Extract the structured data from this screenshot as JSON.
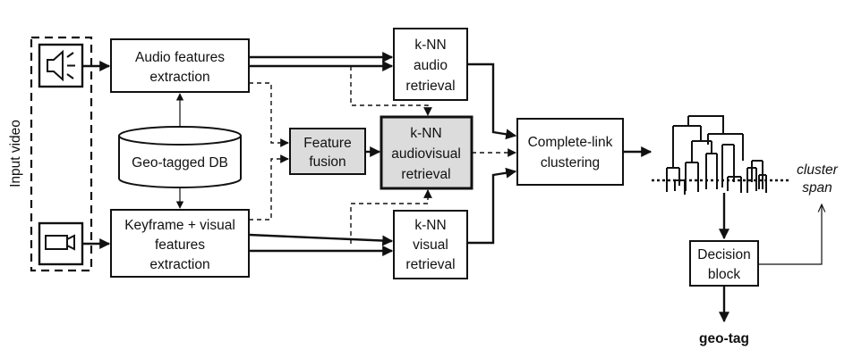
{
  "input_label": "Input video",
  "boxes": {
    "audio_features": [
      "Audio features",
      "extraction"
    ],
    "geo_db": "Geo-tagged DB",
    "keyframe": [
      "Keyframe + visual",
      "features",
      "extraction"
    ],
    "feature_fusion": [
      "Feature",
      "fusion"
    ],
    "knn_audio": [
      "k-NN",
      "audio",
      "retrieval"
    ],
    "knn_audiovisual": [
      "k-NN",
      "audiovisual",
      "retrieval"
    ],
    "knn_visual": [
      "k-NN",
      "visual",
      "retrieval"
    ],
    "clustering": [
      "Complete-link",
      "clustering"
    ],
    "decision": [
      "Decision",
      "block"
    ]
  },
  "cluster_span": [
    "cluster",
    "span"
  ],
  "output_label": "geo-tag",
  "icons": {
    "speaker": "speaker-icon",
    "camera": "camera-icon"
  },
  "colors": {
    "stroke": "#111111",
    "gray_fill": "#dcdcdc"
  }
}
